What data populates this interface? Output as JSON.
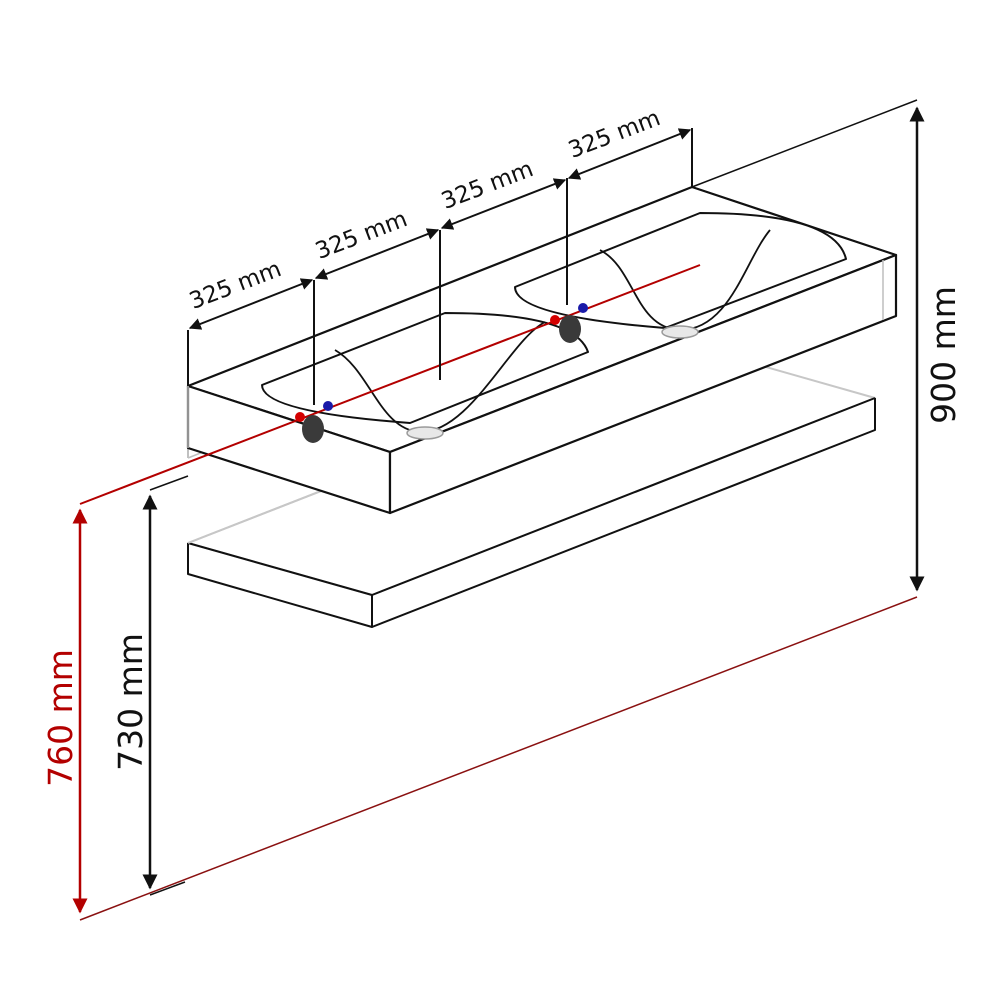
{
  "labels": {
    "width_1": "325 mm",
    "width_2": "325 mm",
    "width_3": "325 mm",
    "width_4": "325 mm",
    "height_total": "900 mm",
    "height_drain": "760 mm",
    "height_top": "730 mm"
  },
  "colors": {
    "line": "#111111",
    "faint": "#b5b5b5",
    "pipe": "#b30000",
    "hot": "#d40000",
    "cold": "#1a1aa8",
    "drain": "#3a3a3a"
  },
  "icons": {
    "hot_valve": "red-dot",
    "cold_valve": "blue-dot",
    "drain_outlet": "dark-ellipse"
  }
}
